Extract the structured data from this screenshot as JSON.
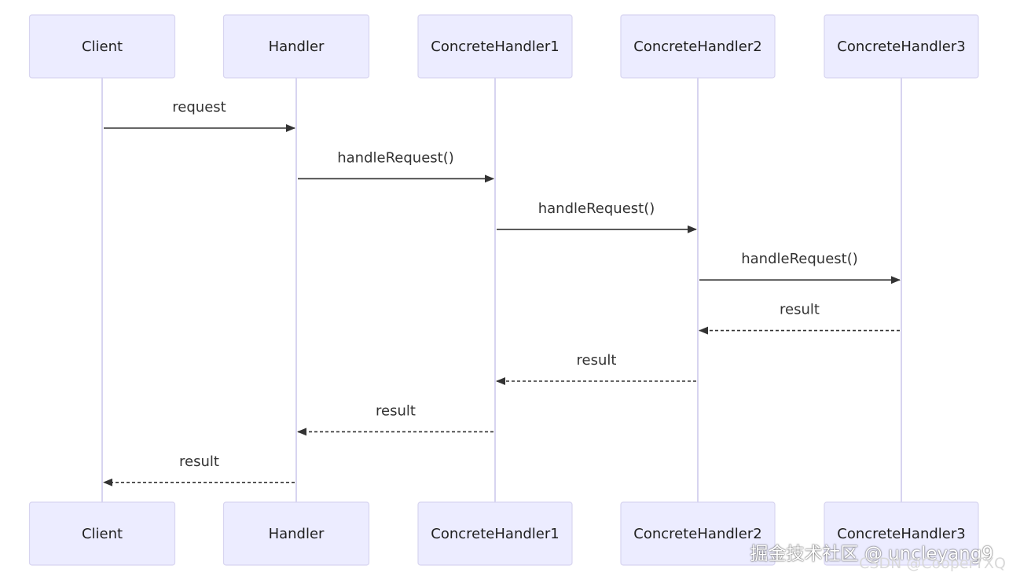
{
  "participants": [
    {
      "id": "client",
      "label": "Client"
    },
    {
      "id": "handler",
      "label": "Handler"
    },
    {
      "id": "ch1",
      "label": "ConcreteHandler1"
    },
    {
      "id": "ch2",
      "label": "ConcreteHandler2"
    },
    {
      "id": "ch3",
      "label": "ConcreteHandler3"
    }
  ],
  "messages": [
    {
      "from": "client",
      "to": "handler",
      "label": "request",
      "style": "solid"
    },
    {
      "from": "handler",
      "to": "ch1",
      "label": "handleRequest()",
      "style": "solid"
    },
    {
      "from": "ch1",
      "to": "ch2",
      "label": "handleRequest()",
      "style": "solid"
    },
    {
      "from": "ch2",
      "to": "ch3",
      "label": "handleRequest()",
      "style": "solid"
    },
    {
      "from": "ch3",
      "to": "ch2",
      "label": "result",
      "style": "dashed"
    },
    {
      "from": "ch2",
      "to": "ch1",
      "label": "result",
      "style": "dashed"
    },
    {
      "from": "ch1",
      "to": "handler",
      "label": "result",
      "style": "dashed"
    },
    {
      "from": "handler",
      "to": "client",
      "label": "result",
      "style": "dashed"
    }
  ],
  "watermark": {
    "main": "掘金技术社区 @ uncleyang9",
    "sub": "CSDN @CooperTXQ"
  },
  "colors": {
    "box_fill": "#ececff",
    "box_stroke": "#d7d4f0",
    "lifeline": "#d7d4f0",
    "arrow": "#333333"
  }
}
